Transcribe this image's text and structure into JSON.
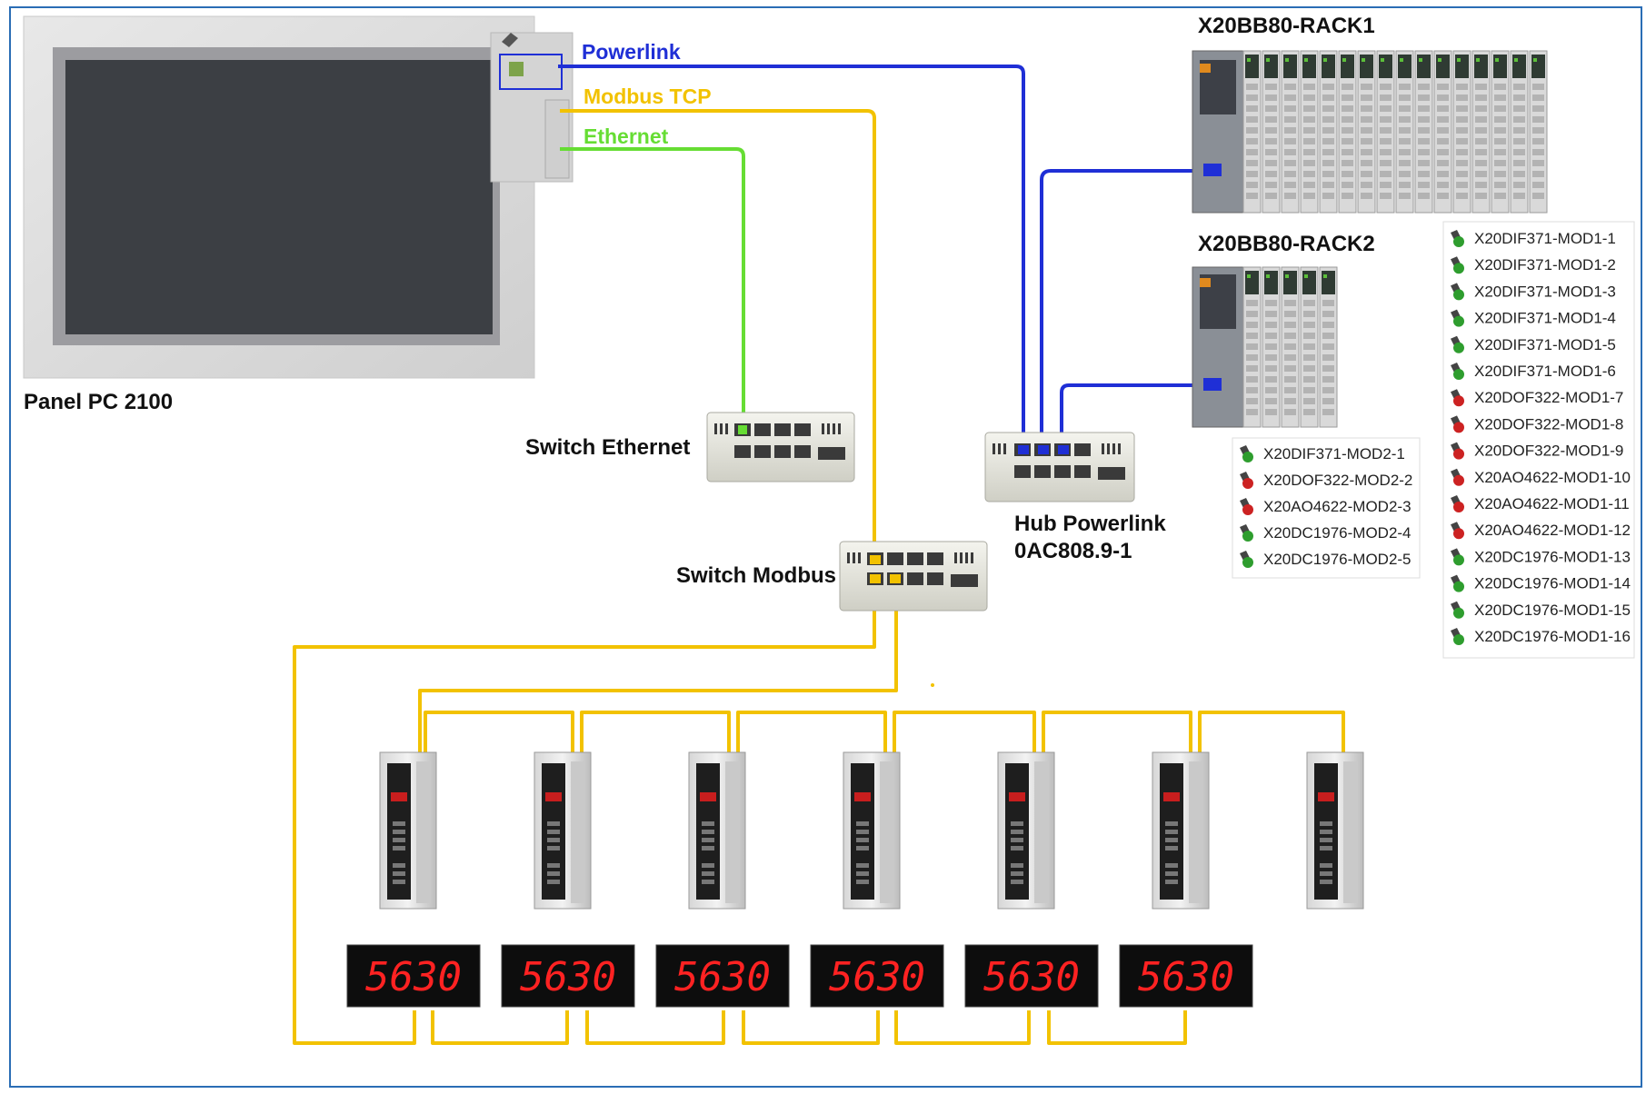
{
  "labels": {
    "panel_pc": "Panel PC 2100",
    "switch_ethernet": "Switch Ethernet",
    "switch_modbus": "Switch Modbus",
    "hub_name": "Hub Powerlink",
    "hub_part": "0AC808.9-1",
    "rack1": "X20BB80-RACK1",
    "rack2": "X20BB80-RACK2"
  },
  "networks": {
    "powerlink": "Powerlink",
    "modbus": "Modbus TCP",
    "ethernet": "Ethernet"
  },
  "colors": {
    "powerlink": "#1f2fd6",
    "modbus": "#f2c200",
    "ethernet": "#66dd33",
    "display_text": "#ff2222"
  },
  "rack2_modules": [
    {
      "name": "X20DIF371-MOD2-1",
      "status": "green"
    },
    {
      "name": "X20DOF322-MOD2-2",
      "status": "red"
    },
    {
      "name": "X20AO4622-MOD2-3",
      "status": "red"
    },
    {
      "name": "X20DC1976-MOD2-4",
      "status": "green"
    },
    {
      "name": "X20DC1976-MOD2-5",
      "status": "green"
    }
  ],
  "rack1_modules": [
    {
      "name": "X20DIF371-MOD1-1",
      "status": "green"
    },
    {
      "name": "X20DIF371-MOD1-2",
      "status": "green"
    },
    {
      "name": "X20DIF371-MOD1-3",
      "status": "green"
    },
    {
      "name": "X20DIF371-MOD1-4",
      "status": "green"
    },
    {
      "name": "X20DIF371-MOD1-5",
      "status": "green"
    },
    {
      "name": "X20DIF371-MOD1-6",
      "status": "green"
    },
    {
      "name": "X20DOF322-MOD1-7",
      "status": "red"
    },
    {
      "name": "X20DOF322-MOD1-8",
      "status": "red"
    },
    {
      "name": "X20DOF322-MOD1-9",
      "status": "red"
    },
    {
      "name": "X20AO4622-MOD1-10",
      "status": "red"
    },
    {
      "name": "X20AO4622-MOD1-11",
      "status": "red"
    },
    {
      "name": "X20AO4622-MOD1-12",
      "status": "red"
    },
    {
      "name": "X20DC1976-MOD1-13",
      "status": "green"
    },
    {
      "name": "X20DC1976-MOD1-14",
      "status": "green"
    },
    {
      "name": "X20DC1976-MOD1-15",
      "status": "green"
    },
    {
      "name": "X20DC1976-MOD1-16",
      "status": "green"
    }
  ],
  "drives_count": 7,
  "displays": [
    "5630",
    "5630",
    "5630",
    "5630",
    "5630",
    "5630"
  ]
}
